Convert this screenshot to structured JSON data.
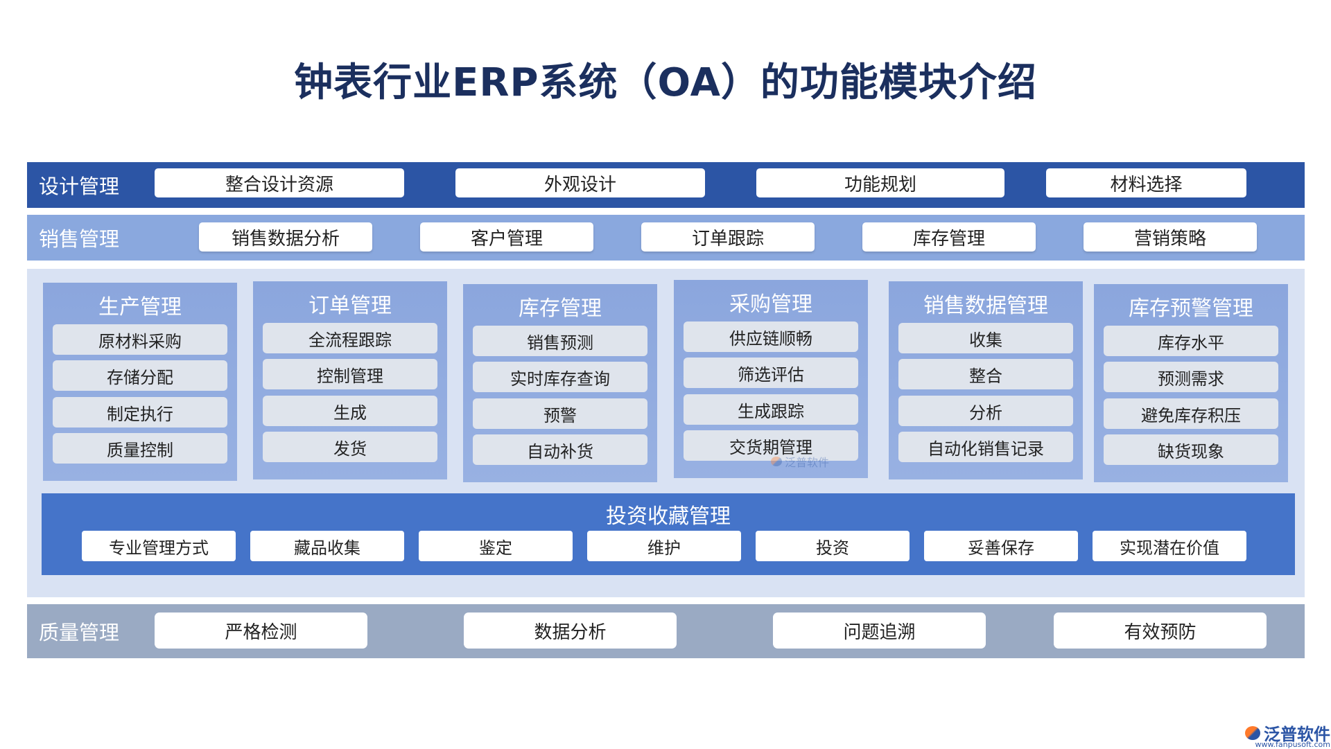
{
  "title": "钟表行业ERP系统（OA）的功能模块介绍",
  "design": {
    "label": "设计管理",
    "items": [
      "整合设计资源",
      "外观设计",
      "功能规划",
      "材料选择"
    ]
  },
  "sales": {
    "label": "销售管理",
    "items": [
      "销售数据分析",
      "客户管理",
      "订单跟踪",
      "库存管理",
      "营销策略"
    ]
  },
  "columns": [
    {
      "title": "生产管理",
      "items": [
        "原材料采购",
        "存储分配",
        "制定执行",
        "质量控制"
      ]
    },
    {
      "title": "订单管理",
      "items": [
        "全流程跟踪",
        "控制管理",
        "生成",
        "发货"
      ]
    },
    {
      "title": "库存管理",
      "items": [
        "销售预测",
        "实时库存查询",
        "预警",
        "自动补货"
      ]
    },
    {
      "title": "采购管理",
      "items": [
        "供应链顺畅",
        "筛选评估",
        "生成跟踪",
        "交货期管理"
      ]
    },
    {
      "title": "销售数据管理",
      "items": [
        "收集",
        "整合",
        "分析",
        "自动化销售记录"
      ]
    },
    {
      "title": "库存预警管理",
      "items": [
        "库存水平",
        "预测需求",
        "避免库存积压",
        "缺货现象"
      ]
    }
  ],
  "investment": {
    "title": "投资收藏管理",
    "items": [
      "专业管理方式",
      "藏品收集",
      "鉴定",
      "维护",
      "投资",
      "妥善保存",
      "实现潜在价值"
    ]
  },
  "quality": {
    "label": "质量管理",
    "items": [
      "严格检测",
      "数据分析",
      "问题追溯",
      "有效预防"
    ]
  },
  "brand": {
    "name": "泛普软件",
    "url": "www.fanpusoft.com",
    "colors": {
      "accent": "#2c55a5",
      "orange": "#ff7a2a"
    }
  },
  "watermark": {
    "text": "泛普软件"
  }
}
